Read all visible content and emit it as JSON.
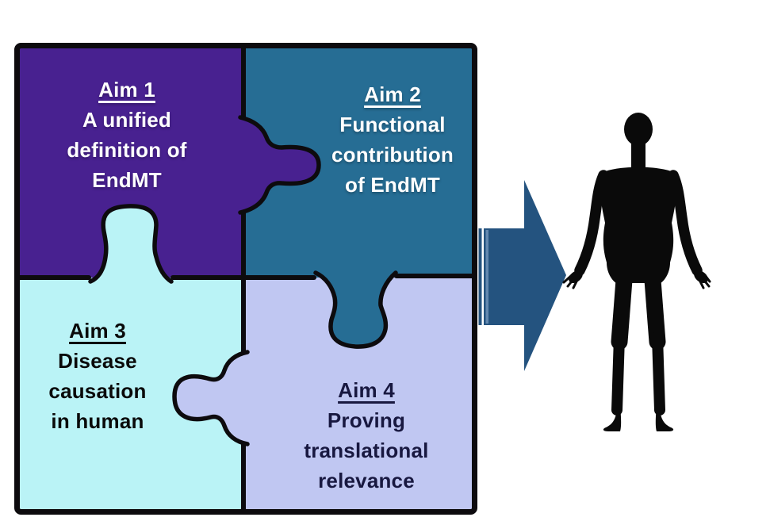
{
  "diagram": {
    "background": "#ffffff",
    "outline_color": "#0d0b0e",
    "aims": [
      {
        "id": "aim-1",
        "title": "Aim 1",
        "lines": [
          "A unified",
          "definition of",
          "EndMT"
        ],
        "fill": "#482190",
        "text_color": "#ffffff"
      },
      {
        "id": "aim-2",
        "title": "Aim 2",
        "lines": [
          "Functional",
          "contribution",
          "of EndMT"
        ],
        "fill": "#266d94",
        "text_color": "#ffffff"
      },
      {
        "id": "aim-3",
        "title": "Aim 3",
        "lines": [
          "Disease",
          "causation",
          "in human"
        ],
        "fill": "#baf3f6",
        "text_color": "#0a0a0a"
      },
      {
        "id": "aim-4",
        "title": "Aim 4",
        "lines": [
          "Proving",
          "translational",
          "relevance"
        ],
        "fill": "#c0c7f2",
        "text_color": "#181840"
      }
    ],
    "arrow": {
      "name": "right-arrow",
      "color": "#24537f",
      "highlight": "#6b8fb5"
    },
    "figure": {
      "name": "human-silhouette",
      "color": "#0a0a0a"
    }
  }
}
